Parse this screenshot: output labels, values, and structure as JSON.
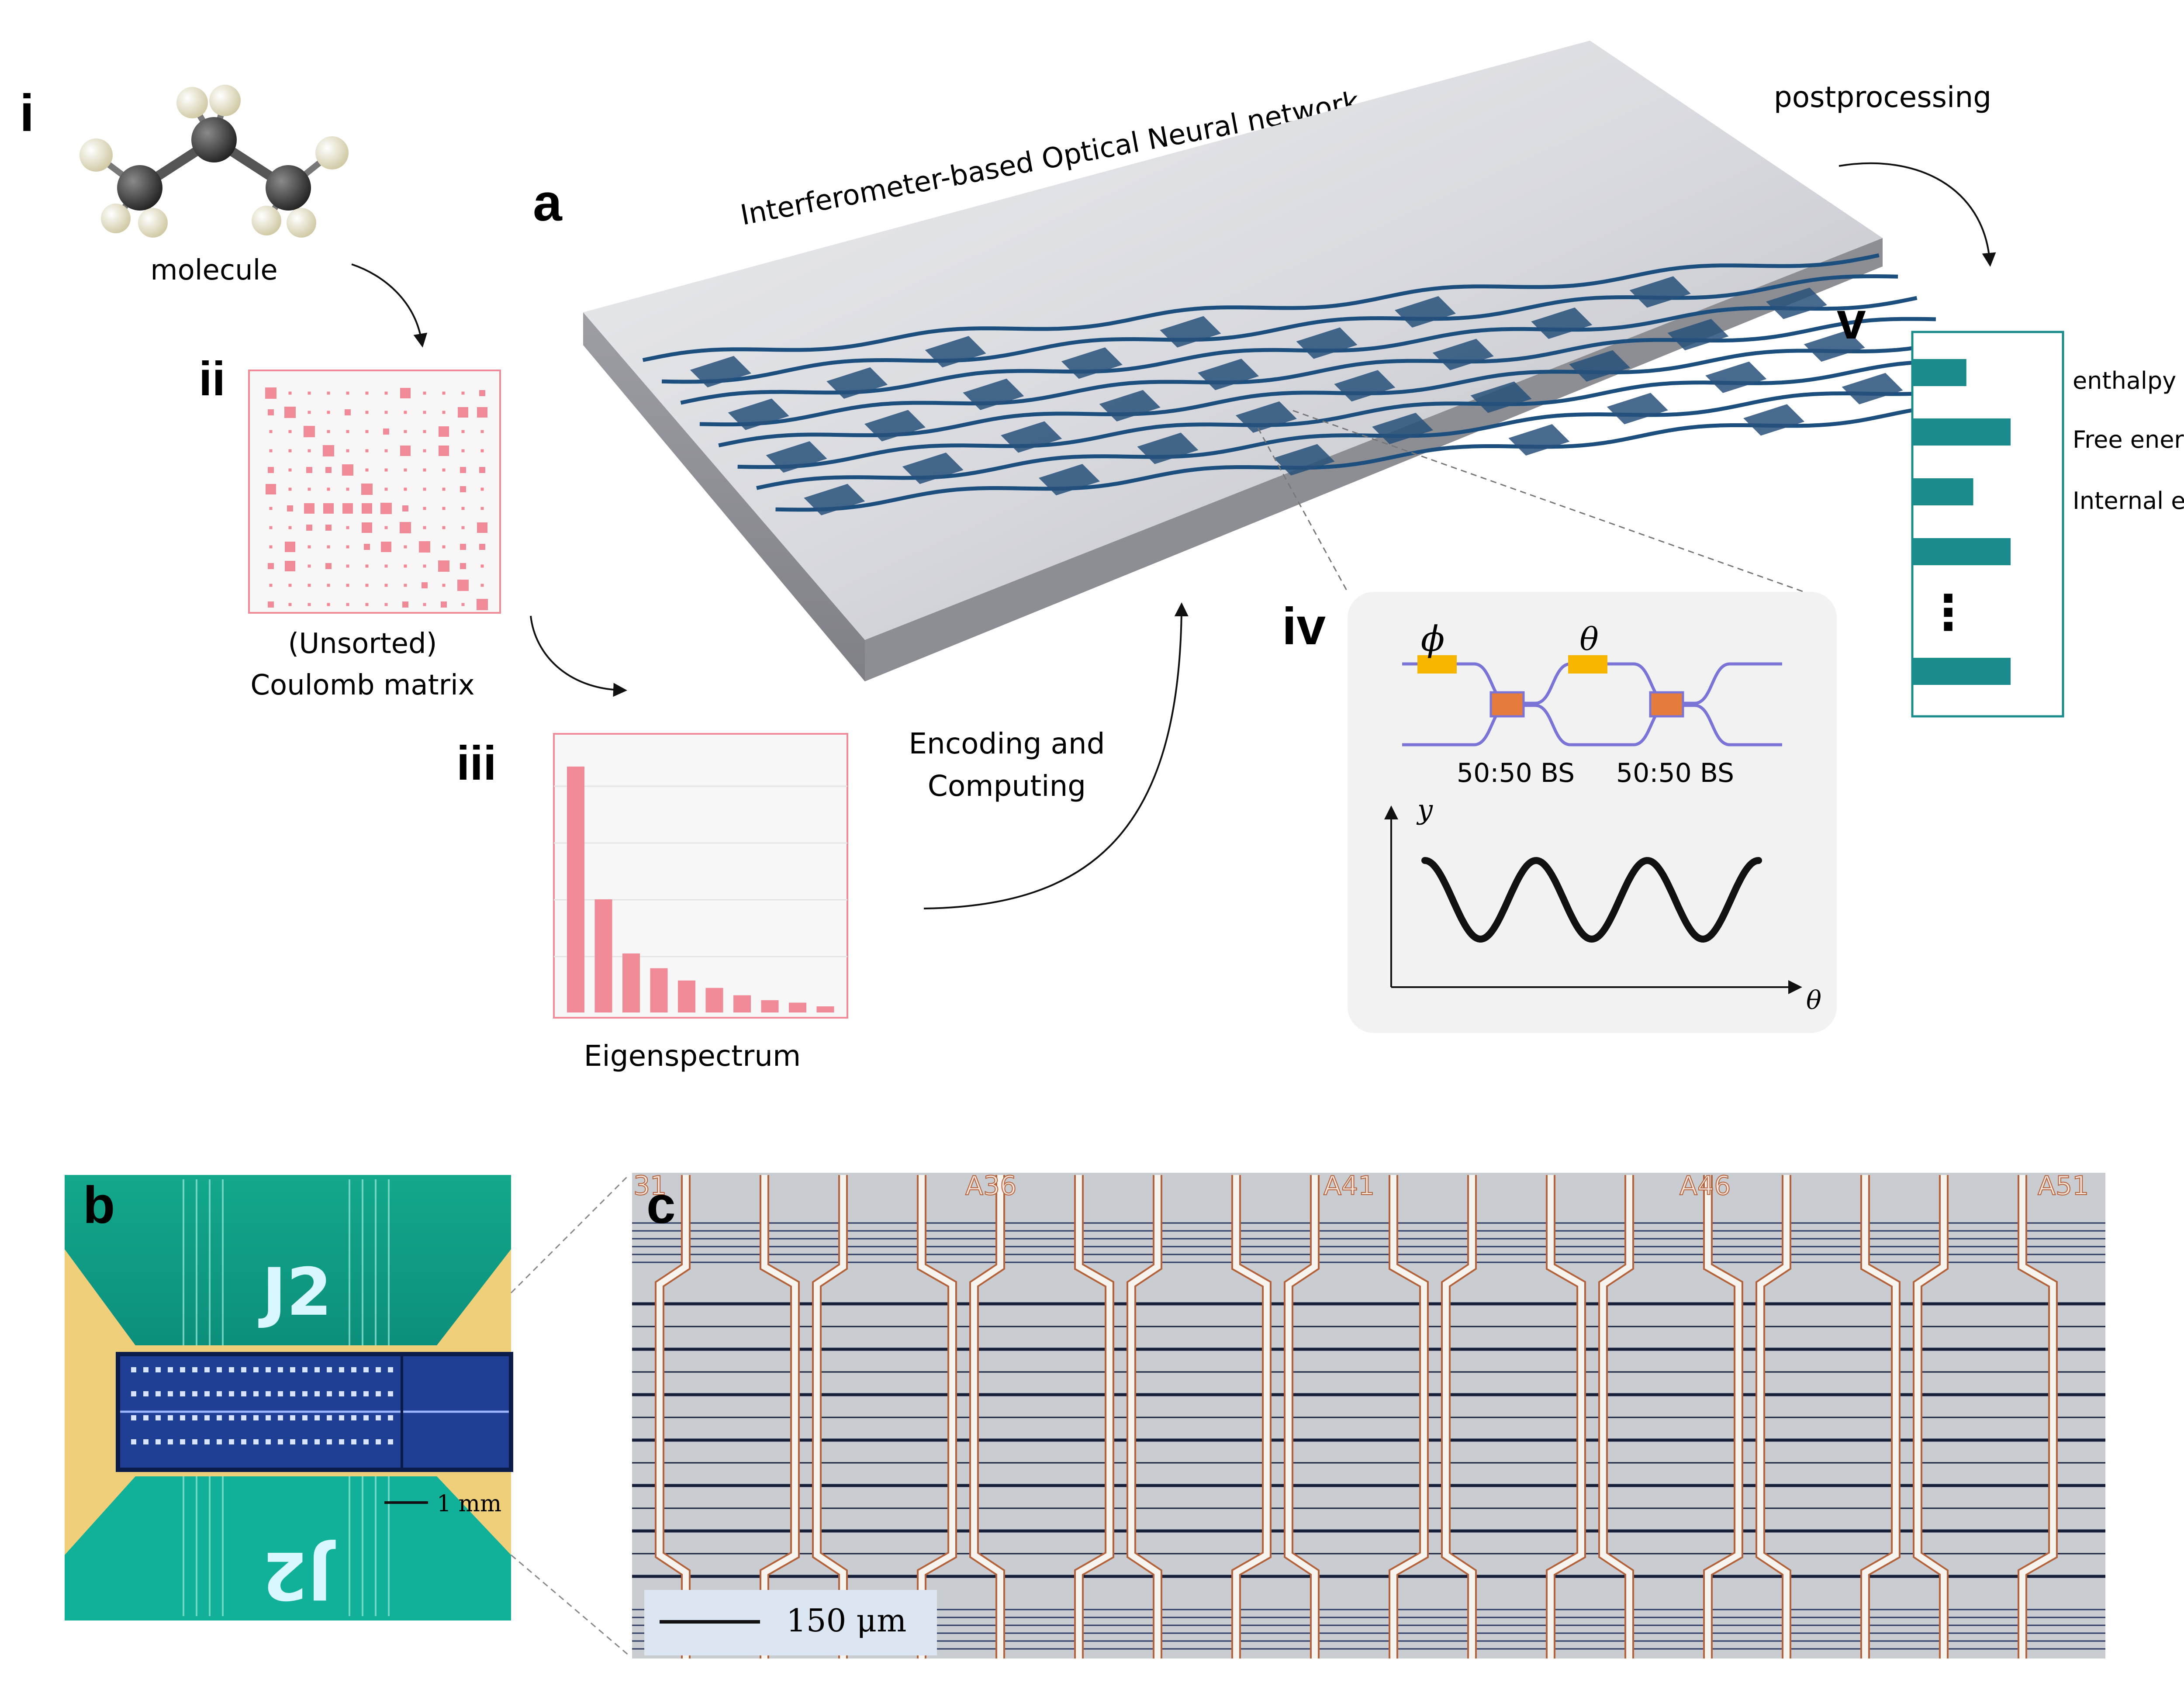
{
  "panel_letters": {
    "i": "i",
    "ii": "ii",
    "iii": "iii",
    "iv": "iv",
    "v": "v",
    "a": "a",
    "b": "b",
    "c": "c"
  },
  "labels": {
    "molecule": "molecule",
    "coulomb_line1": "(Unsorted)",
    "coulomb_line2": "Coulomb matrix",
    "eigenspectrum": "Eigenspectrum",
    "encoding_line1": "Encoding and",
    "encoding_line2": "Computing",
    "onn_title": "Interferometer-based Optical Neural network",
    "postprocessing": "postprocessing"
  },
  "mzi": {
    "phi": "ϕ",
    "theta": "θ",
    "bs1": "50:50 BS",
    "bs2": "50:50 BS",
    "y_axis": "y",
    "x_axis": "θ"
  },
  "outputs": {
    "items": [
      "enthalpy",
      "Free energy",
      "Internal energy"
    ],
    "ellipsis": "⋮",
    "bar_fraction": [
      0.55,
      1.0,
      0.62,
      1.0,
      1.0
    ]
  },
  "photo_b": {
    "top_label": "J2",
    "bottom_label": "J2",
    "scale": "1 mm"
  },
  "photo_c": {
    "scale": "150 μm",
    "column_labels": [
      "31",
      "A36",
      "A41",
      "A46",
      "A51"
    ]
  },
  "eigen_values": [
    1.0,
    0.46,
    0.24,
    0.18,
    0.13,
    0.1,
    0.07,
    0.05,
    0.04,
    0.025
  ],
  "colors": {
    "pink": "#f08a96",
    "teal": "#1a8a8a",
    "waveguide": "#1c4f7e",
    "mzi_line": "#7a74d6",
    "phase": "#f7b500",
    "bs": "#e67c3c",
    "board_green": "#10a78f",
    "board_yellow": "#f0cf7a",
    "chip_blue": "#1f3f95"
  }
}
